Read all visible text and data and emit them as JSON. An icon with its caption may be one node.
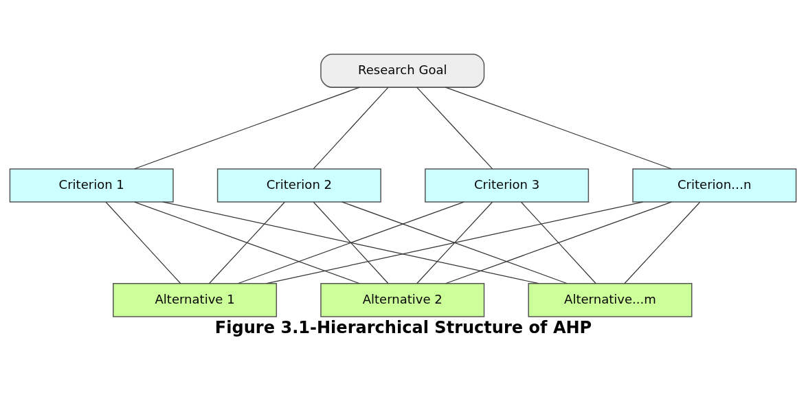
{
  "diagram": {
    "caption": "Figure 3.1-Hierarchical Structure of AHP",
    "nodes": [
      {
        "text": [
          "Research Goal"
        ]
      },
      {
        "text": [
          "Criterion 1"
        ]
      },
      {
        "text": [
          "Criterion 2"
        ]
      },
      {
        "text": [
          "Criterion 3"
        ]
      },
      {
        "text": [
          "Criterion…n"
        ]
      },
      {
        "text": [
          "Alternative 1"
        ]
      },
      {
        "text": [
          "Alternative 2"
        ]
      },
      {
        "text": [
          "Alternative...m"
        ]
      }
    ],
    "edges": [
      {
        "from": 0,
        "to": 1,
        "arrow": "none"
      },
      {
        "from": 0,
        "to": 2,
        "arrow": "none"
      },
      {
        "from": 0,
        "to": 3,
        "arrow": "none"
      },
      {
        "from": 0,
        "to": 4,
        "arrow": "none"
      },
      {
        "from": 1,
        "to": 5,
        "arrow": "none"
      },
      {
        "from": 1,
        "to": 6,
        "arrow": "none"
      },
      {
        "from": 1,
        "to": 7,
        "arrow": "none"
      },
      {
        "from": 2,
        "to": 5,
        "arrow": "none"
      },
      {
        "from": 2,
        "to": 6,
        "arrow": "none"
      },
      {
        "from": 2,
        "to": 7,
        "arrow": "none"
      },
      {
        "from": 3,
        "to": 5,
        "arrow": "none"
      },
      {
        "from": 3,
        "to": 6,
        "arrow": "none"
      },
      {
        "from": 3,
        "to": 7,
        "arrow": "none"
      },
      {
        "from": 4,
        "to": 5,
        "arrow": "none"
      },
      {
        "from": 4,
        "to": 6,
        "arrow": "none"
      },
      {
        "from": 4,
        "to": 7,
        "arrow": "none"
      }
    ]
  }
}
